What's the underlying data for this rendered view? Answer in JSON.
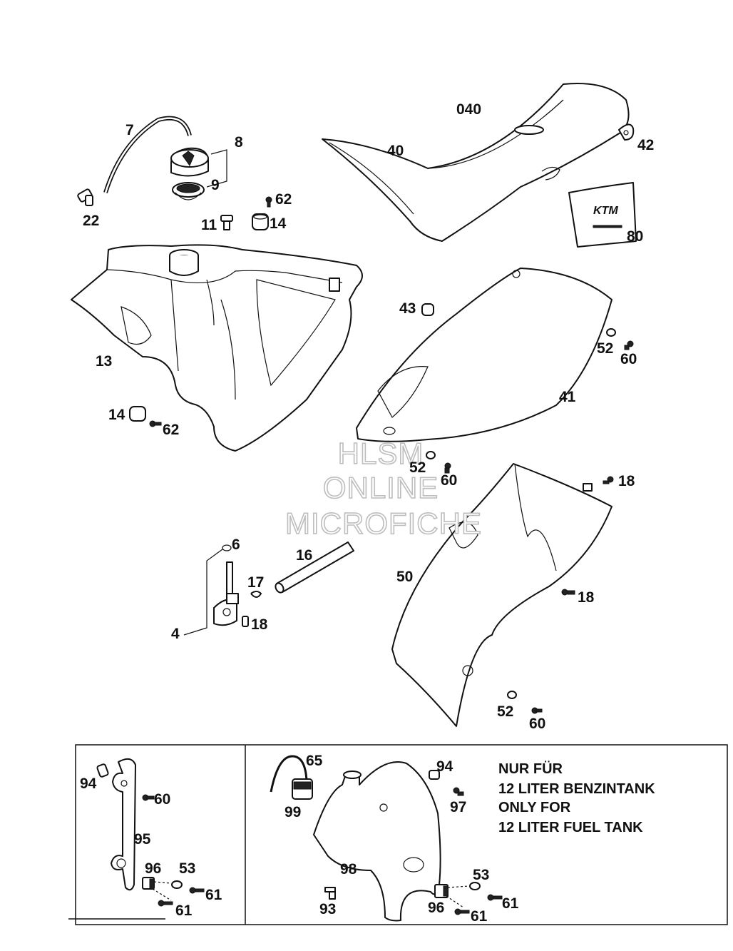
{
  "labels": {
    "p040": "040",
    "p40": "40",
    "p42": "42",
    "p80": "80",
    "p7": "7",
    "p8": "8",
    "p9": "9",
    "p22": "22",
    "p62a": "62",
    "p11": "11",
    "p14a": "14",
    "p13": "13",
    "p43": "43",
    "p52a": "52",
    "p60a": "60",
    "p41": "41",
    "p14b": "14",
    "p62b": "62",
    "p52b": "52",
    "p60b": "60",
    "p18a": "18",
    "p6": "6",
    "p16": "16",
    "p50": "50",
    "p17": "17",
    "p18b": "18",
    "p4": "4",
    "p18c": "18",
    "p52c": "52",
    "p60c": "60",
    "p94a": "94",
    "p60d": "60",
    "p95": "95",
    "p96a": "96",
    "p53a": "53",
    "p61a": "61",
    "p61b": "61",
    "p65": "65",
    "p99": "99",
    "p94b": "94",
    "p97": "97",
    "p98": "98",
    "p53b": "53",
    "p93": "93",
    "p96b": "96",
    "p61c": "61",
    "p61d": "61"
  },
  "note": {
    "line1": "NUR FÜR",
    "line2": "12 LITER BENZINTANK",
    "line3": "ONLY FOR",
    "line4": "12 LITER FUEL TANK"
  },
  "watermark": {
    "line1": "HLSM",
    "line2": "ONLINE",
    "line3": "MICROFICHE"
  }
}
